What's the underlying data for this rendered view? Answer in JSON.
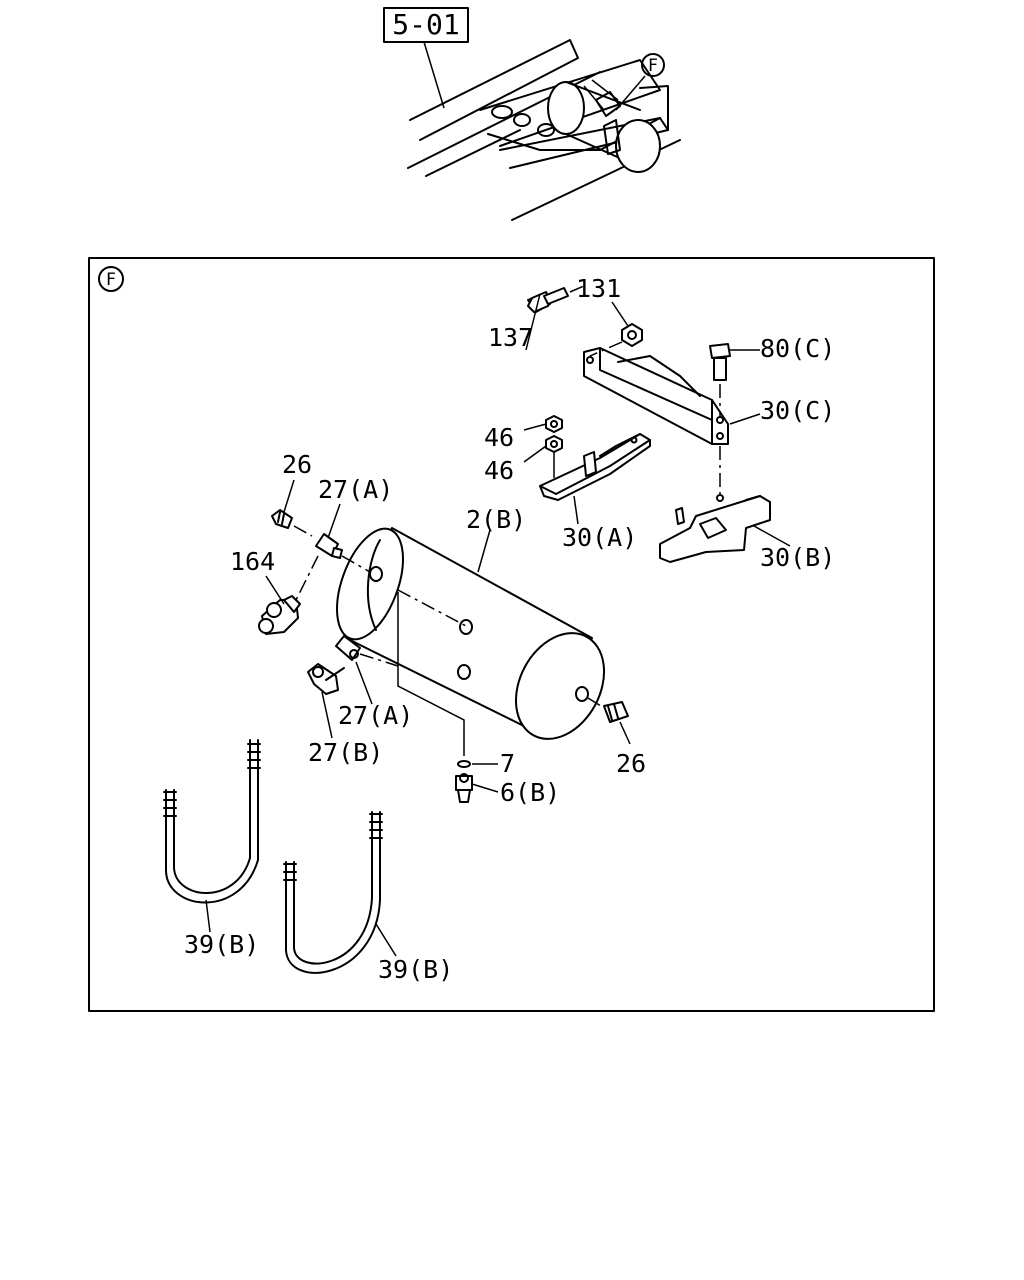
{
  "reference_box": "5-01",
  "detail_marker": "F",
  "labels": {
    "l131": "131",
    "l137": "137",
    "l80c": "80(C)",
    "l30c": "30(C)",
    "l46a": "46",
    "l46b": "46",
    "l30a": "30(A)",
    "l30b": "30(B)",
    "l26a": "26",
    "l27a_top": "27(A)",
    "l2b": "2(B)",
    "l164": "164",
    "l27a_bot": "27(A)",
    "l27b": "27(B)",
    "l7": "7",
    "l6b": "6(B)",
    "l26b": "26",
    "l39b_a": "39(B)",
    "l39b_b": "39(B)"
  }
}
